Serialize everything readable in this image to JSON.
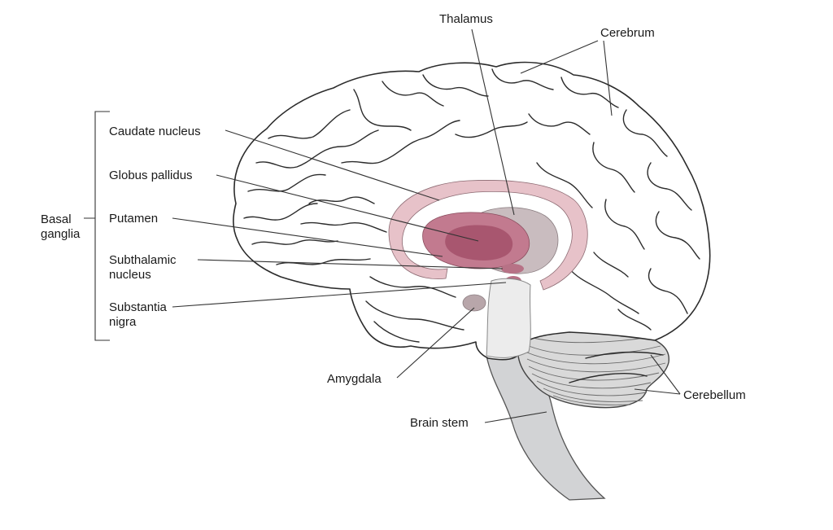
{
  "labels": {
    "thalamus": "Thalamus",
    "cerebrum": "Cerebrum",
    "caudate": "Caudate nucleus",
    "globus": "Globus pallidus",
    "basal_line1": "Basal",
    "basal_line2": "ganglia",
    "putamen": "Putamen",
    "subthalamic_line1": "Subthalamic",
    "subthalamic_line2": "nucleus",
    "substantia_line1": "Substantia",
    "substantia_line2": "nigra",
    "amygdala": "Amygdala",
    "cerebellum": "Cerebellum",
    "brainstem": "Brain stem"
  },
  "colors": {
    "caudate": "#e7c2c9",
    "putamen": "#c27a8f",
    "globus": "#a8566f",
    "thalamus": "#c9bcbf",
    "nucleus_small": "#b77286",
    "amygdala": "#b8a6aa",
    "brainstem": "#d2d3d5",
    "midbrain": "#ececec",
    "cerebellum": "#d9d9d9"
  }
}
